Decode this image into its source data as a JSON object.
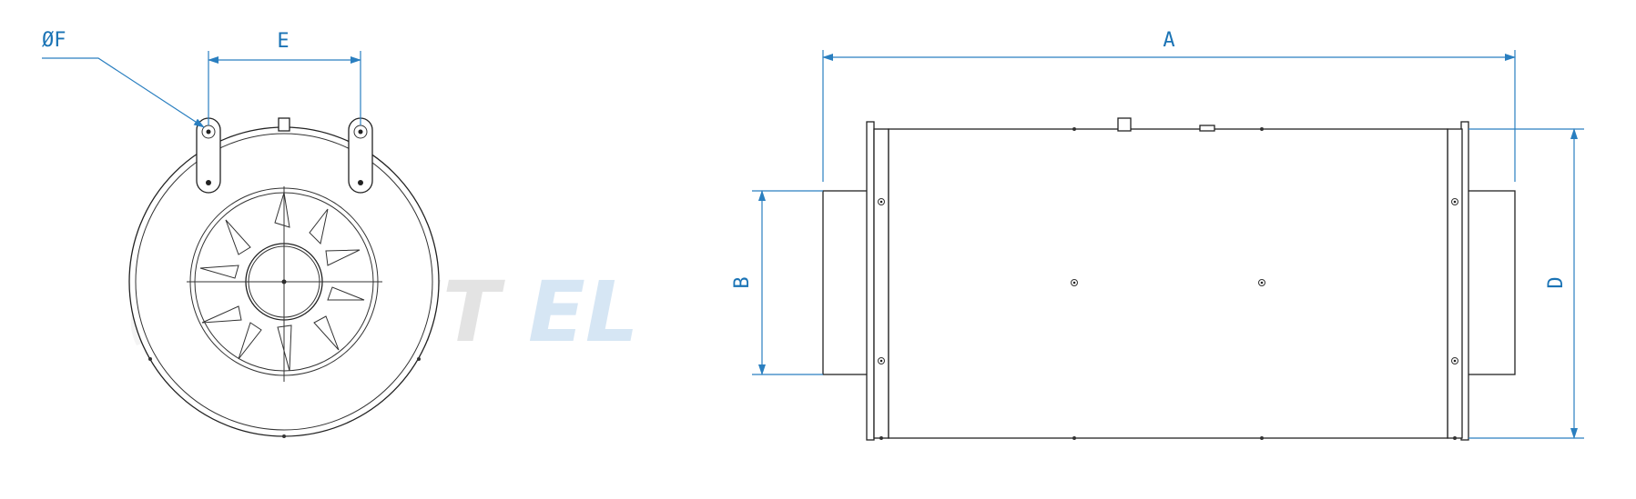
{
  "watermark": {
    "text_a": "VENT",
    "text_b": "EL",
    "color_a": "#e3e3e3",
    "color_b": "#d6e6f4"
  },
  "front_view": {
    "dim_f_label": "ØF",
    "dim_e_label": "E"
  },
  "side_view": {
    "dim_a_label": "A",
    "dim_b_label": "B",
    "dim_d_label": "D"
  },
  "colors": {
    "dimension": "#2a7fc0",
    "outline": "#222222"
  }
}
